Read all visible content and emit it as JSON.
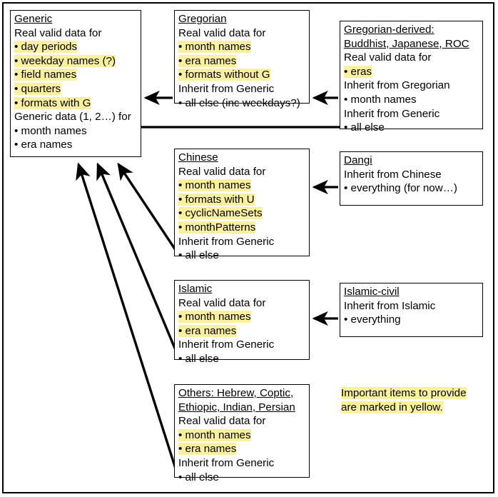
{
  "diagram": {
    "title_note": "CLDR calendar data inheritance diagram",
    "legend": {
      "line1": "Important items to provide",
      "line2": "are marked in yellow."
    },
    "highlight_color": "#fbf0a0",
    "line_color": "#000000",
    "nodes": {
      "generic": {
        "title": "Generic",
        "lines": [
          {
            "text": "Real valid data for",
            "highlight": false
          },
          {
            "text": "• day periods",
            "highlight": true
          },
          {
            "text": "• weekday names (?)",
            "highlight": true
          },
          {
            "text": "• field names",
            "highlight": true
          },
          {
            "text": "• quarters",
            "highlight": true
          },
          {
            "text": "• formats with G",
            "highlight": true
          },
          {
            "text": "Generic data (1, 2…) for",
            "highlight": false
          },
          {
            "text": "• month names",
            "highlight": false
          },
          {
            "text": "• era names",
            "highlight": false
          }
        ]
      },
      "gregorian": {
        "title": "Gregorian",
        "lines": [
          {
            "text": "Real valid data for",
            "highlight": false
          },
          {
            "text": "• month names",
            "highlight": true
          },
          {
            "text": "• era names",
            "highlight": true
          },
          {
            "text": "• formats without G",
            "highlight": true
          },
          {
            "text": "Inherit from Generic",
            "highlight": false
          },
          {
            "text": "• all else (inc weekdays?)",
            "highlight": false
          }
        ]
      },
      "gregorian_derived": {
        "title": "Gregorian-derived:",
        "title2": "Buddhist, Japanese, ROC",
        "lines": [
          {
            "text": "Real valid data for",
            "highlight": false
          },
          {
            "text": "• eras",
            "highlight": true
          },
          {
            "text": "Inherit from Gregorian",
            "highlight": false
          },
          {
            "text": "• month names",
            "highlight": false
          },
          {
            "text": "Inherit from Generic",
            "highlight": false
          },
          {
            "text": "• all else",
            "highlight": false
          }
        ]
      },
      "chinese": {
        "title": "Chinese",
        "lines": [
          {
            "text": "Real valid data for",
            "highlight": false
          },
          {
            "text": "• month names",
            "highlight": true
          },
          {
            "text": "• formats with U",
            "highlight": true
          },
          {
            "text": "• cyclicNameSets",
            "highlight": true
          },
          {
            "text": "• monthPatterns",
            "highlight": true
          },
          {
            "text": "Inherit from Generic",
            "highlight": false
          },
          {
            "text": "• all else",
            "highlight": false
          }
        ]
      },
      "dangi": {
        "title": "Dangi",
        "lines": [
          {
            "text": "Inherit from Chinese",
            "highlight": false
          },
          {
            "text": "• everything (for now…)",
            "highlight": false
          }
        ]
      },
      "islamic": {
        "title": "Islamic",
        "lines": [
          {
            "text": "Real valid data for",
            "highlight": false
          },
          {
            "text": "• month names",
            "highlight": true
          },
          {
            "text": "• era names",
            "highlight": true
          },
          {
            "text": "Inherit from Generic",
            "highlight": false
          },
          {
            "text": "• all else",
            "highlight": false
          }
        ]
      },
      "islamic_civil": {
        "title": "Islamic-civil",
        "lines": [
          {
            "text": "Inherit from Islamic",
            "highlight": false
          },
          {
            "text": "• everything",
            "highlight": false
          }
        ]
      },
      "others": {
        "title": "Others: Hebrew, Coptic,",
        "title2": "Ethiopic, Indian, Persian",
        "lines": [
          {
            "text": "Real valid data for",
            "highlight": false
          },
          {
            "text": "• month names",
            "highlight": true
          },
          {
            "text": "• era names",
            "highlight": true
          },
          {
            "text": "Inherit from Generic",
            "highlight": false
          },
          {
            "text": "• all else",
            "highlight": false
          }
        ]
      }
    },
    "edges": [
      {
        "from": "gregorian",
        "to": "generic",
        "kind": "horizontal-arrow"
      },
      {
        "from": "gregorian_derived",
        "to": "generic",
        "kind": "horizontal-arrow-long"
      },
      {
        "from": "gregorian_derived",
        "to": "gregorian",
        "kind": "horizontal-arrow"
      },
      {
        "from": "dangi",
        "to": "chinese",
        "kind": "horizontal-arrow"
      },
      {
        "from": "islamic_civil",
        "to": "islamic",
        "kind": "horizontal-arrow"
      },
      {
        "from": "chinese",
        "to": "generic",
        "kind": "diagonal-arrow"
      },
      {
        "from": "islamic",
        "to": "generic",
        "kind": "diagonal-arrow"
      },
      {
        "from": "others",
        "to": "generic",
        "kind": "diagonal-arrow"
      }
    ]
  }
}
